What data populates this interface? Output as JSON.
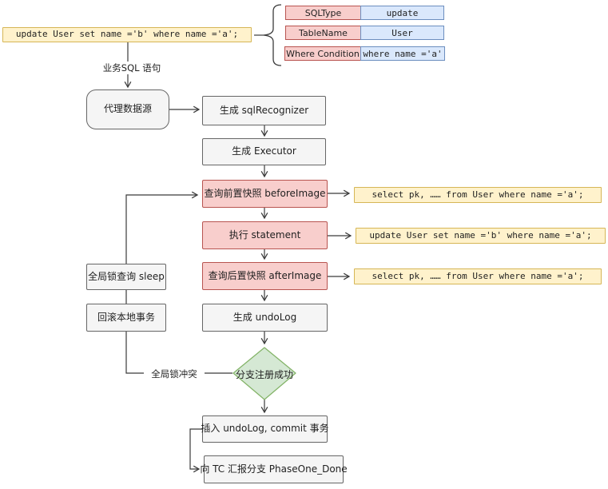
{
  "palette": {
    "yellow_fill": "#fff2cc",
    "yellow_stroke": "#d6b656",
    "pink_fill": "#f8cecc",
    "pink_stroke": "#b85450",
    "blue_fill": "#dae8fc",
    "blue_stroke": "#6c8ebf",
    "green_fill": "#d5e8d4",
    "green_stroke": "#82b366",
    "gray_fill": "#f5f5f5",
    "gray_stroke": "#666666",
    "line_color": "#3b3b3b"
  },
  "source_sql": "update User set name ='b' where name ='a';",
  "parse_table": {
    "rows": [
      {
        "label": "SQLType",
        "value": "update"
      },
      {
        "label": "TableName",
        "value": "User"
      },
      {
        "label": "Where Condition",
        "value": "where name ='a'"
      }
    ]
  },
  "edge_labels": {
    "business_sql": "业务SQL 语句",
    "global_lock_conflict": "全局锁冲突"
  },
  "nodes": {
    "proxy_datasource": "代理数据源",
    "gen_sql_recognizer": "生成 sqlRecognizer",
    "gen_executor": "生成 Executor",
    "before_image": "查询前置快照 beforeImage",
    "execute_statement": "执行 statement",
    "after_image": "查询后置快照 afterImage",
    "gen_undolog": "生成 undoLog",
    "branch_register_ok": "分支注册成功",
    "global_lock_sleep": "全局锁查询 sleep",
    "rollback_local_tx": "回滚本地事务",
    "insert_undolog_commit": "插入 undoLog, commit 事务",
    "report_phaseone_done": "向 TC 汇报分支 PhaseOne_Done"
  },
  "sql_outputs": {
    "before_select": "select pk, …… from User where name ='a';",
    "update_stmt": "update User set name ='b' where name ='a';",
    "after_select": "select pk, …… from User where name ='a';"
  }
}
